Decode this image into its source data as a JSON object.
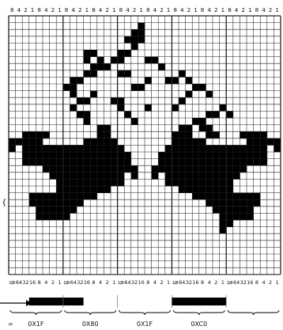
{
  "figure": {
    "top_bit_weights": [
      "8",
      "4",
      "2",
      "1",
      "8",
      "4",
      "2",
      "1",
      "8",
      "4",
      "2",
      "1",
      "8",
      "4",
      "2",
      "1",
      "8",
      "4",
      "2",
      "1",
      "8",
      "4",
      "2",
      "1",
      "8",
      "4",
      "2",
      "1",
      "8",
      "4",
      "2",
      "1",
      "8",
      "4",
      "2",
      "1",
      "8",
      "4",
      "2",
      "1"
    ],
    "bottom_bit_weights": [
      "128",
      "64",
      "32",
      "16",
      "8",
      "4",
      "2",
      "1",
      "128",
      "64",
      "32",
      "16",
      "8",
      "4",
      "2",
      "1",
      "128",
      "64",
      "32",
      "16",
      "8",
      "4",
      "2",
      "1",
      "128",
      "64",
      "32",
      "16",
      "8",
      "4",
      "2",
      "1",
      "128",
      "64",
      "32",
      "16",
      "8",
      "4",
      "2",
      "1"
    ],
    "byte_values": [
      "0X1F",
      "0X80",
      "0X1F",
      "0XC0"
    ],
    "equals_sign": "=",
    "left_brace": "{",
    "colors": {
      "ink": "#000000",
      "grid": "#222222",
      "paper": "#ffffff"
    }
  }
}
